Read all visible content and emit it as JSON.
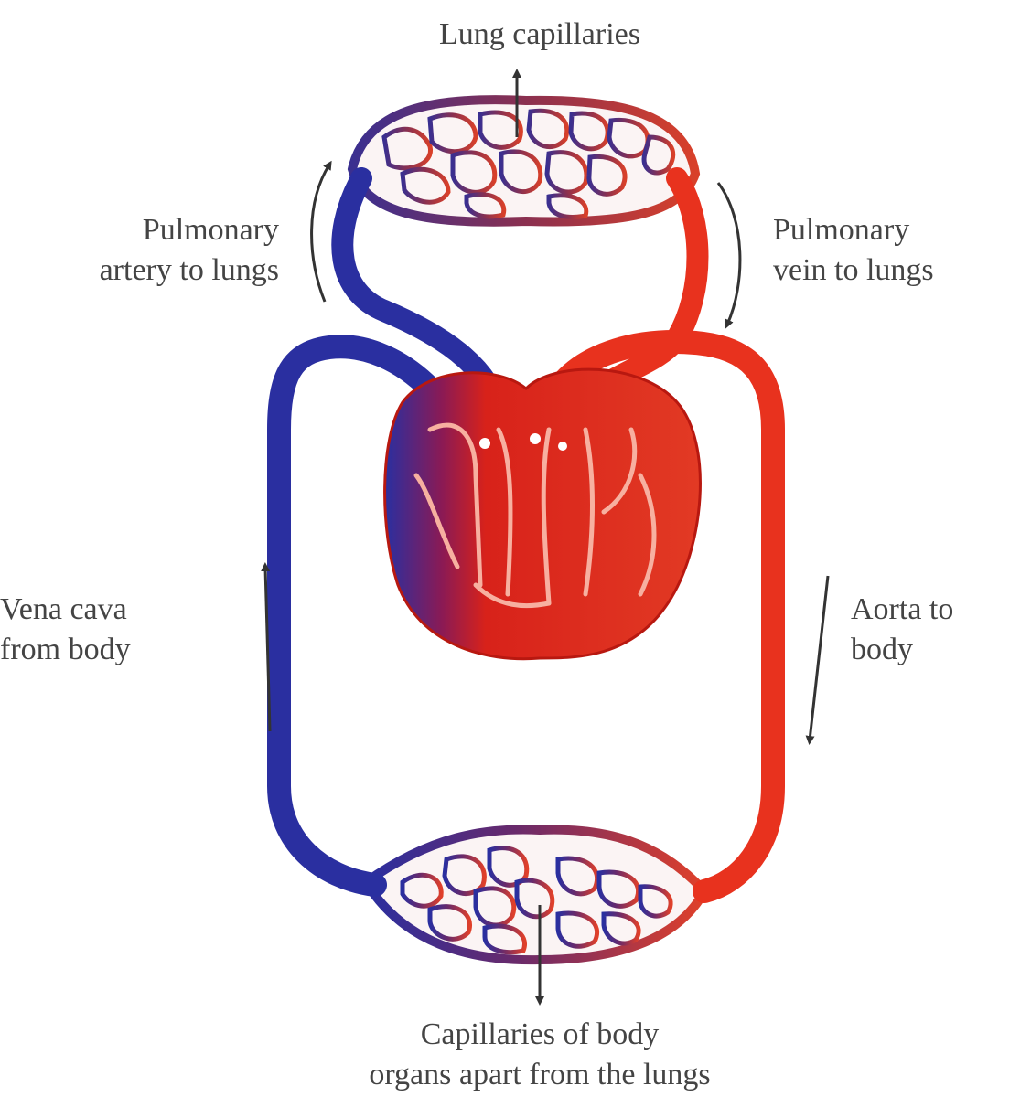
{
  "labels": {
    "lung_capillaries": "Lung capillaries",
    "pulmonary_artery_line1": "Pulmonary",
    "pulmonary_artery_line2": "artery to lungs",
    "pulmonary_vein_line1": "Pulmonary",
    "pulmonary_vein_line2": "vein to lungs",
    "vena_cava_line1": "Vena cava",
    "vena_cava_line2": "from body",
    "aorta_line1": "Aorta to",
    "aorta_line2": "body",
    "body_capillaries_line1": "Capillaries of body",
    "body_capillaries_line2": "organs apart from the lungs"
  },
  "colors": {
    "oxygenated": "#e8321e",
    "deoxygenated": "#2a2fa0",
    "heart_dark": "#c81a10",
    "arrow": "#333333",
    "text": "#444444"
  }
}
